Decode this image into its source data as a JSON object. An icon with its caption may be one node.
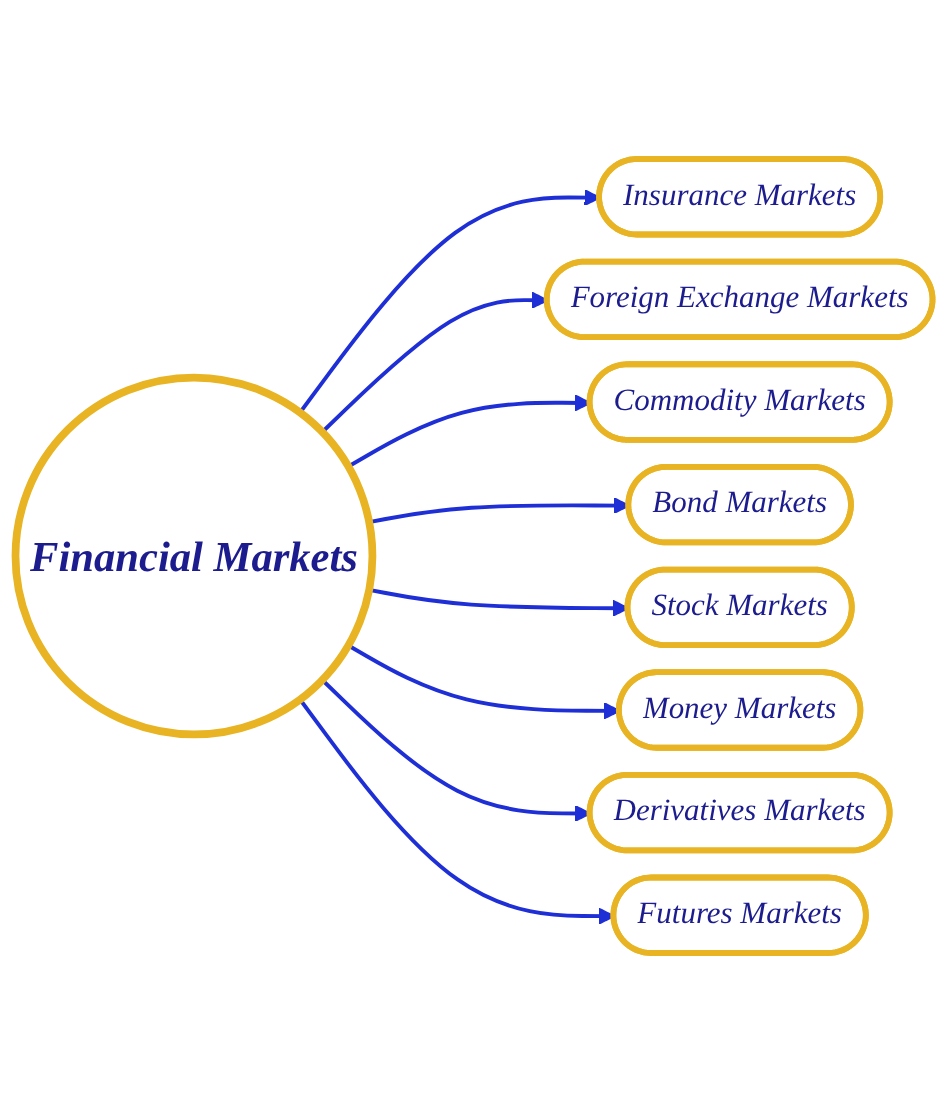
{
  "diagram": {
    "nodes": [
      {
        "text": [
          "Financial Markets"
        ]
      },
      {
        "text": [
          "Insurance Markets"
        ]
      },
      {
        "text": [
          "Foreign Exchange Markets"
        ]
      },
      {
        "text": [
          "Commodity Markets"
        ]
      },
      {
        "text": [
          "Bond Markets"
        ]
      },
      {
        "text": [
          "Stock Markets"
        ]
      },
      {
        "text": [
          "Money Markets"
        ]
      },
      {
        "text": [
          "Derivatives Markets"
        ]
      },
      {
        "text": [
          "Futures Markets"
        ]
      }
    ],
    "edges": [
      {
        "from": 0,
        "to": 1,
        "arrow": "to"
      },
      {
        "from": 0,
        "to": 2,
        "arrow": "to"
      },
      {
        "from": 0,
        "to": 3,
        "arrow": "to"
      },
      {
        "from": 0,
        "to": 4,
        "arrow": "to"
      },
      {
        "from": 0,
        "to": 5,
        "arrow": "to"
      },
      {
        "from": 0,
        "to": 6,
        "arrow": "to"
      },
      {
        "from": 0,
        "to": 7,
        "arrow": "to"
      },
      {
        "from": 0,
        "to": 8,
        "arrow": "to"
      }
    ]
  }
}
